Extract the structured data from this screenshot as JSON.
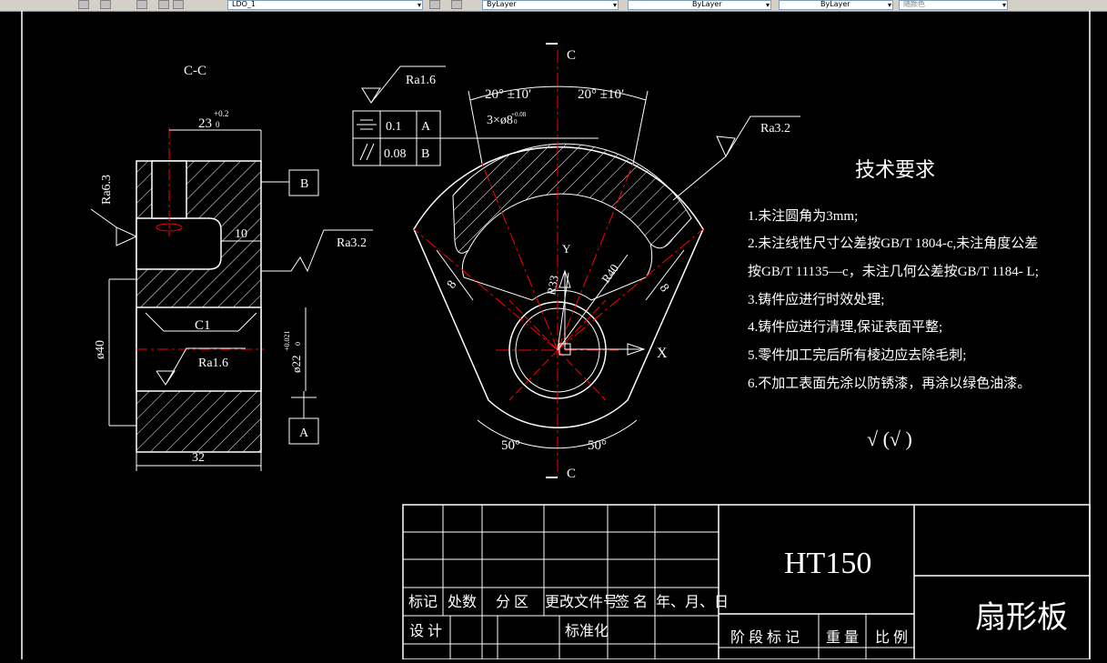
{
  "toolbar": {
    "layer_value": "LDO_1",
    "color_value": "ByLayer",
    "linetype_value": "ByLayer",
    "lineweight_value": "ByLayer",
    "plotstyle_value": "随颜色"
  },
  "drawing": {
    "section_label": "C-C",
    "section_marker": "C",
    "dim_width_top": "23",
    "dim_width_top_tol_upper": "+0.2",
    "dim_width_top_tol_lower": "0",
    "dim_slot_depth": "10",
    "dim_diameter_outer": "ø40",
    "dim_bore": "ø22",
    "dim_bore_tol_upper": "+0.021",
    "dim_bore_tol_lower": "0",
    "dim_length": "32",
    "chamfer": "C1",
    "roughness_left": "Ra6.3",
    "roughness_slot": "Ra3.2",
    "roughness_bore": "Ra1.6",
    "roughness_top": "Ra1.6",
    "roughness_arc": "Ra3.2",
    "datum_a": "A",
    "datum_b": "B",
    "tol_symmetry_value": "0.1",
    "tol_symmetry_datum": "A",
    "tol_parallel_value": "0.08",
    "tol_parallel_datum": "B",
    "angle_left": "20° ±10′",
    "angle_right": "20° ±10′",
    "holes_callout": "3×ø8",
    "holes_tol_upper": "+0.08",
    "holes_tol_lower": "0",
    "dim_r33": "R33",
    "dim_r40": "R40",
    "dim_rib_left": "8",
    "dim_rib_right": "8",
    "angle_bottom_left": "50°",
    "angle_bottom_right": "50°",
    "axis_x": "X",
    "axis_y": "Y",
    "other_roughness": "√ (√ )"
  },
  "requirements": {
    "title": "技术要求",
    "lines": [
      "1.未注圆角为3mm;",
      "2.未注线性尺寸公差按GB/T 1804-c,未注角度公差",
      "按GB/T 11135—c，未注几何公差按GB/T 1184- L;",
      "3.铸件应进行时效处理;",
      "4.铸件应进行清理,保证表面平整;",
      "5.零件加工完后所有棱边应去除毛刺;",
      "6.不加工表面先涂以防锈漆，再涂以绿色油漆。"
    ]
  },
  "title_block": {
    "material": "HT150",
    "part_name": "扇形板",
    "mark": "标记",
    "count": "处数",
    "zone": "分 区",
    "change_doc": "更改文件号",
    "signature": "签 名",
    "date": "年、月、日",
    "design": "设 计",
    "standardization": "标准化",
    "stage_mark": "阶 段 标 记",
    "weight": "重 量",
    "scale": "比 例"
  },
  "colors": {
    "background": "#000000",
    "line": "#ffffff",
    "centerline": "#ff0000",
    "toolbar": "#d4d0c8"
  }
}
